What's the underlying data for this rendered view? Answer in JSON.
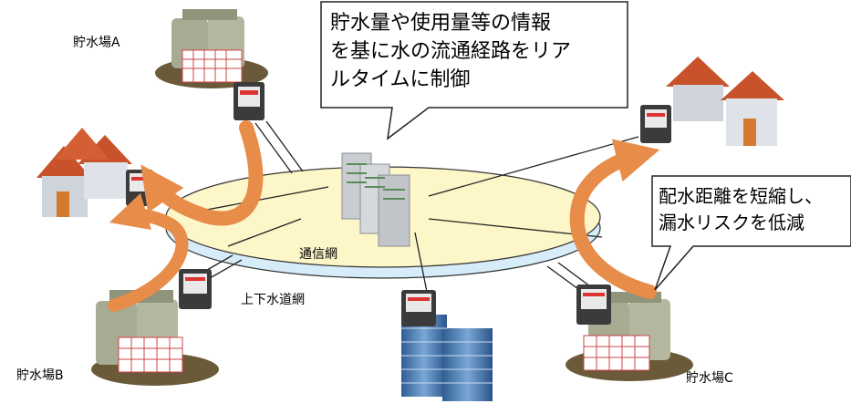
{
  "labels": {
    "storage_a": "貯水場A",
    "storage_b": "貯水場B",
    "storage_c": "貯水場C",
    "comm_network": "通信網",
    "water_network": "上下水道網"
  },
  "callout_top": {
    "lines": [
      "貯水量や使用量等の情報",
      "を基に水の流通経路をリア",
      "ルタイムに制御"
    ]
  },
  "callout_right": {
    "lines": [
      "配水距離を短縮し、",
      "漏水リスクを低減"
    ]
  },
  "colors": {
    "network_fill": "#fcf6c8",
    "network_under": "#d6ecf8",
    "arrow": "#e88c4a",
    "roof": "#c8532b",
    "wall": "#cfd3da",
    "tank": "#a7ab93",
    "ground": "#6b5a3a",
    "server": "#c9cdd1",
    "building": "#4f7fb8"
  }
}
